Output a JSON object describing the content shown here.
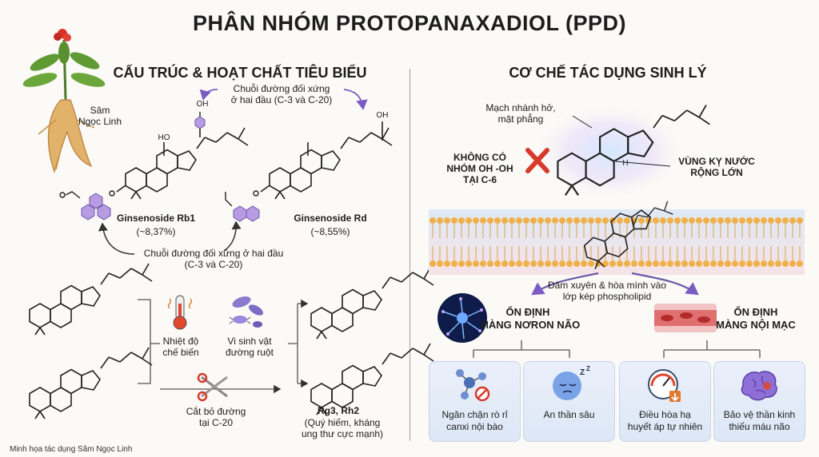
{
  "title": "PHÂN NHÓM PROTOPANAXADIOL (PPD)",
  "left": {
    "heading": "CẤU TRÚC & HOẠT CHẤT TIÊU BIỂU",
    "plant_label": "Sâm\nNgọc Linh",
    "oh_label": "OH",
    "ho_label": "HO",
    "top_note": "Chuỗi đường đối xứng\nở hai đầu (C-3 và C-20)",
    "rb1_name": "Ginsenoside Rb1",
    "rb1_pct": "(~8,37%)",
    "rd_name": "Ginsenoside Rd",
    "rd_pct": "(~8,55%)",
    "bottom_note": "Chuỗi đường đối xứng ở hai đầu\n(C-3 và C-20)",
    "temp_label": "Nhiệt độ\nchế biến",
    "microbe_label": "Vi sinh vật\nđường ruột",
    "cut_label": "Cắt bỏ đường\ntại C-20",
    "result_name": "Rg3, Rh2",
    "result_desc": "(Quý hiếm, kháng\nung thư cực mạnh)"
  },
  "right": {
    "heading": "CƠ CHẾ TÁC DỤNG SINH LÝ",
    "branch_note": "Mạch nhánh hở,\nmặt phẳng",
    "no_oh": "KHÔNG CÓ\nNHÓM OH -OH\nTẠI C-6",
    "hydrophobic": "VÙNG KỴ NƯỚC\nRỘNG LỚN",
    "h_label": "H",
    "penetrate": "Đâm xuyên & hòa mình vào\nlớp kép phospholipid",
    "neuron": "ỔN ĐỊNH\nMÀNG NƠRON NÃO",
    "endo": "ỔN ĐỊNH\nMÀNG NỘI MẠC",
    "cards": [
      {
        "label": "Ngăn chặn rò rỉ\ncanxi nội bào",
        "icon": "molecule-block-icon"
      },
      {
        "label": "An thần sâu",
        "icon": "sleep-face-icon"
      },
      {
        "label": "Điều hòa hạ\nhuyết áp tự nhiên",
        "icon": "blood-pressure-gauge-icon"
      },
      {
        "label": "Bảo vệ thần kinh\nthiếu máu não",
        "icon": "brain-icon"
      }
    ]
  },
  "caption": "Minh họa tác dụng Sâm Ngọc Linh",
  "colors": {
    "red_x": "#d83a2a",
    "sugar": "#b79be3",
    "membrane": "#f0b04a",
    "card": "#e3ebf7"
  }
}
